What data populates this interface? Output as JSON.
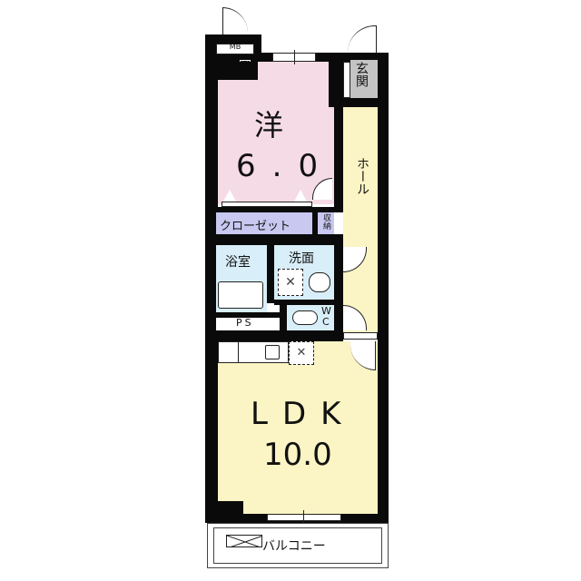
{
  "floor_plan": {
    "rooms": {
      "western_room": {
        "kanji": "洋",
        "size": "6.0",
        "color": "#f5dbe6"
      },
      "ldk": {
        "label": "LDK",
        "size": "10.0",
        "color": "#fbf4c4"
      },
      "hall": {
        "label": "ホール",
        "color": "#fbf4c4"
      },
      "entrance": {
        "label": "玄関",
        "color": "#c4c4c4"
      },
      "closet": {
        "label": "クローゼット",
        "color": "#c8c8f0"
      },
      "storage": {
        "label": "収納",
        "color": "#c8c8f0"
      },
      "bathroom": {
        "label": "浴室",
        "color": "#d8eef8"
      },
      "washroom": {
        "label": "洗面",
        "color": "#d8eef8"
      },
      "toilet": {
        "label_w": "W",
        "label_c": "C",
        "color": "#d8eef8"
      },
      "pipe_space": {
        "label": "PS"
      },
      "meter_box": {
        "label": "MB"
      },
      "balcony": {
        "label": "バルコニー"
      }
    },
    "colors": {
      "wall": "#0a0a0a",
      "background": "#ffffff"
    }
  }
}
